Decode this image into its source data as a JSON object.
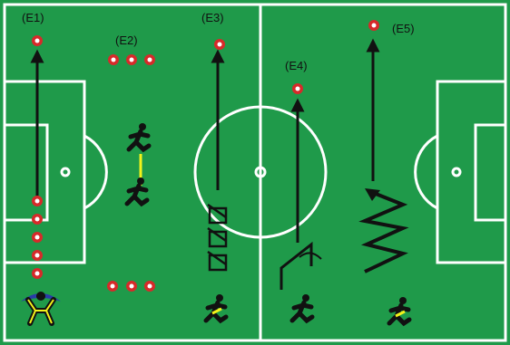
{
  "colors": {
    "pitch": "#1f9a4a",
    "lines": "#ffffff",
    "marker_outer": "#d62a2a",
    "marker_inner": "#ffffff",
    "arrow": "#111111",
    "accent_yellow": "#f2f21a",
    "keeper_bag": "#2a3aa8"
  },
  "labels": {
    "e1": "(E1)",
    "e2": "(E2)",
    "e3": "(E3)",
    "e4": "(E4)",
    "e5": "(E5)"
  },
  "icons": [
    "cone-marker-icon",
    "player-icon",
    "goalkeeper-icon",
    "ladder-hurdle-icon",
    "zigzag-path-icon",
    "arrow-icon"
  ]
}
